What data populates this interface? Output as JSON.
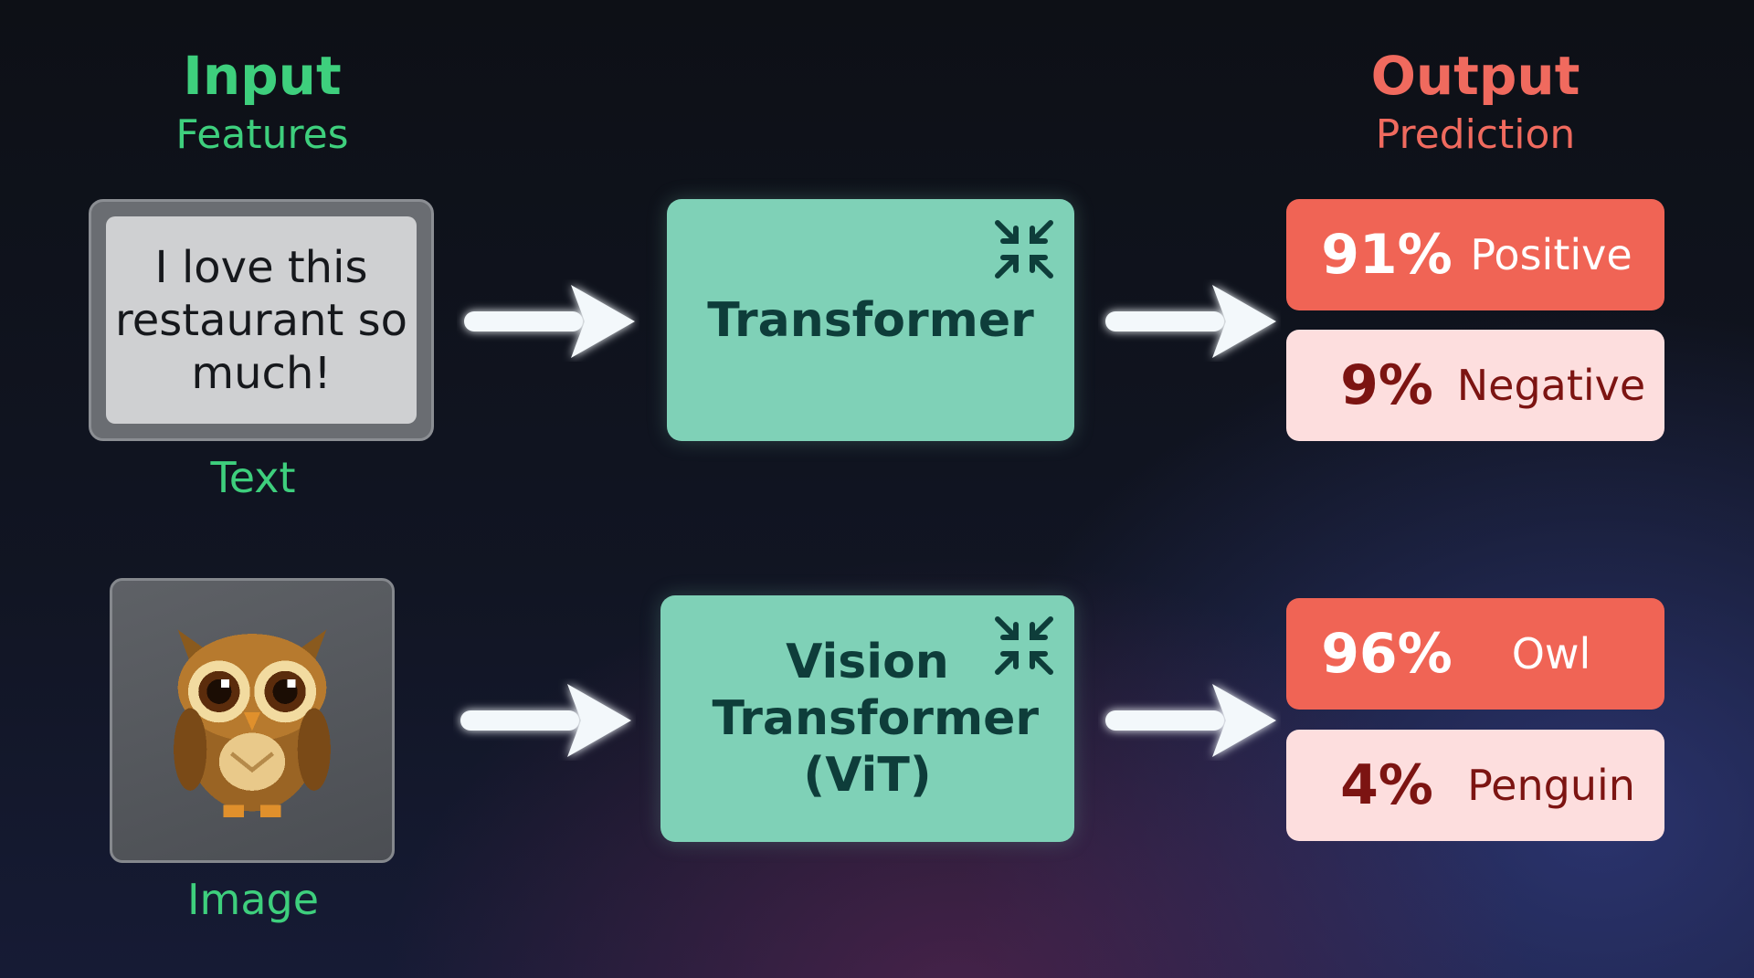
{
  "input_header": {
    "title": "Input",
    "subtitle": "Features"
  },
  "output_header": {
    "title": "Output",
    "subtitle": "Prediction"
  },
  "row_text": {
    "input_text": "I love this restaurant so much!",
    "caption": "Text",
    "model": "Transformer",
    "predictions": [
      {
        "percent": "91%",
        "label": "Positive"
      },
      {
        "percent": "9%",
        "label": "Negative"
      }
    ]
  },
  "row_image": {
    "caption": "Image",
    "image_icon": "owl-icon",
    "model": "Vision Transformer (ViT)",
    "predictions": [
      {
        "percent": "96%",
        "label": "Owl"
      },
      {
        "percent": "4%",
        "label": "Penguin"
      }
    ]
  },
  "colors": {
    "input_accent": "#3ecf7d",
    "output_accent": "#f06a5e",
    "model_fill": "#7fd1b7",
    "top_prediction_fill": "#f06455",
    "low_prediction_fill": "#fddede"
  }
}
